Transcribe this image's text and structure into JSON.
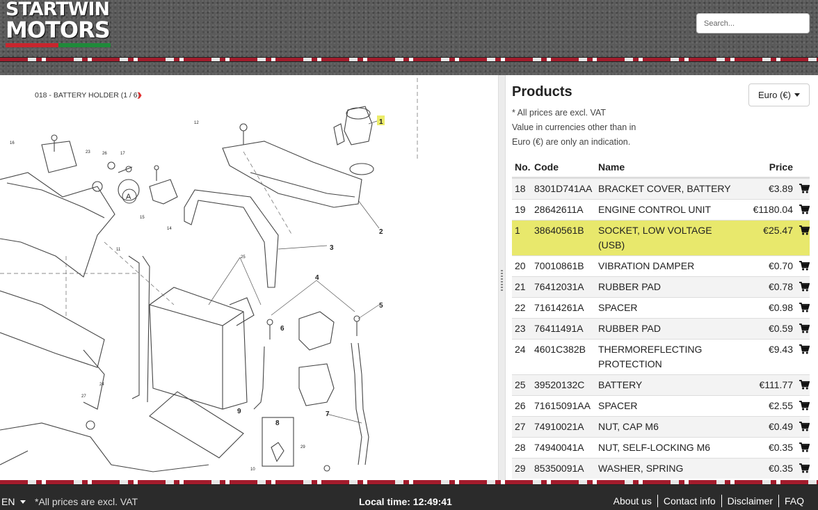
{
  "header": {
    "logo_line1": "STARTWIN",
    "logo_line2": "MOTORS",
    "logo_colors": [
      "#c8262e",
      "#ffffff",
      "#1f8a3a"
    ],
    "search_placeholder": "Search..."
  },
  "diagram": {
    "title": "018 - BATTERY HOLDER (1 / 6)",
    "next_icon": "chevron-right-icon",
    "part_callouts": [
      "1",
      "2",
      "3",
      "4",
      "5",
      "6",
      "7",
      "8",
      "9",
      "10",
      "11",
      "12",
      "14",
      "15",
      "16",
      "17",
      "23",
      "24",
      "25",
      "26",
      "27",
      "29"
    ],
    "view_marker": "A"
  },
  "products": {
    "title": "Products",
    "currency": "Euro (€)",
    "notes": [
      "* All prices are excl. VAT",
      "Value in currencies other than in",
      "Euro (€) are only an indication."
    ],
    "columns": {
      "no": "No.",
      "code": "Code",
      "name": "Name",
      "price": "Price"
    },
    "rows": [
      {
        "no": "18",
        "code": "8301D741AA",
        "name": "BRACKET COVER, BATTERY",
        "price": "€3.89"
      },
      {
        "no": "19",
        "code": "28642611A",
        "name": "ENGINE CONTROL UNIT",
        "price": "€1180.04"
      },
      {
        "no": "1",
        "code": "38640561B",
        "name": "SOCKET, LOW VOLTAGE (USB)",
        "price": "€25.47"
      },
      {
        "no": "20",
        "code": "70010861B",
        "name": "VIBRATION DAMPER",
        "price": "€0.70"
      },
      {
        "no": "21",
        "code": "76412031A",
        "name": "RUBBER PAD",
        "price": "€0.78"
      },
      {
        "no": "22",
        "code": "71614261A",
        "name": "SPACER",
        "price": "€0.98"
      },
      {
        "no": "23",
        "code": "76411491A",
        "name": "RUBBER PAD",
        "price": "€0.59"
      },
      {
        "no": "24",
        "code": "4601C382B",
        "name": "THERMOREFLECTING PROTECTION",
        "price": "€9.43"
      },
      {
        "no": "25",
        "code": "39520132C",
        "name": "BATTERY",
        "price": "€111.77"
      },
      {
        "no": "26",
        "code": "71615091AA",
        "name": "SPACER",
        "price": "€2.55"
      },
      {
        "no": "27",
        "code": "74910021A",
        "name": "NUT, CAP M6",
        "price": "€0.49"
      },
      {
        "no": "28",
        "code": "74940041A",
        "name": "NUT, SELF-LOCKING M6",
        "price": "€0.35"
      },
      {
        "no": "29",
        "code": "85350091A",
        "name": "WASHER, SPRING",
        "price": "€0.35"
      }
    ],
    "highlight_color": "#e8e86c",
    "cart_icon": "shopping-cart-icon"
  },
  "footer": {
    "language": "EN",
    "note": "*All prices are excl. VAT",
    "local_time": "Local time: 12:49:41",
    "links": [
      "About us",
      "Contact info",
      "Disclaimer",
      "FAQ"
    ]
  }
}
